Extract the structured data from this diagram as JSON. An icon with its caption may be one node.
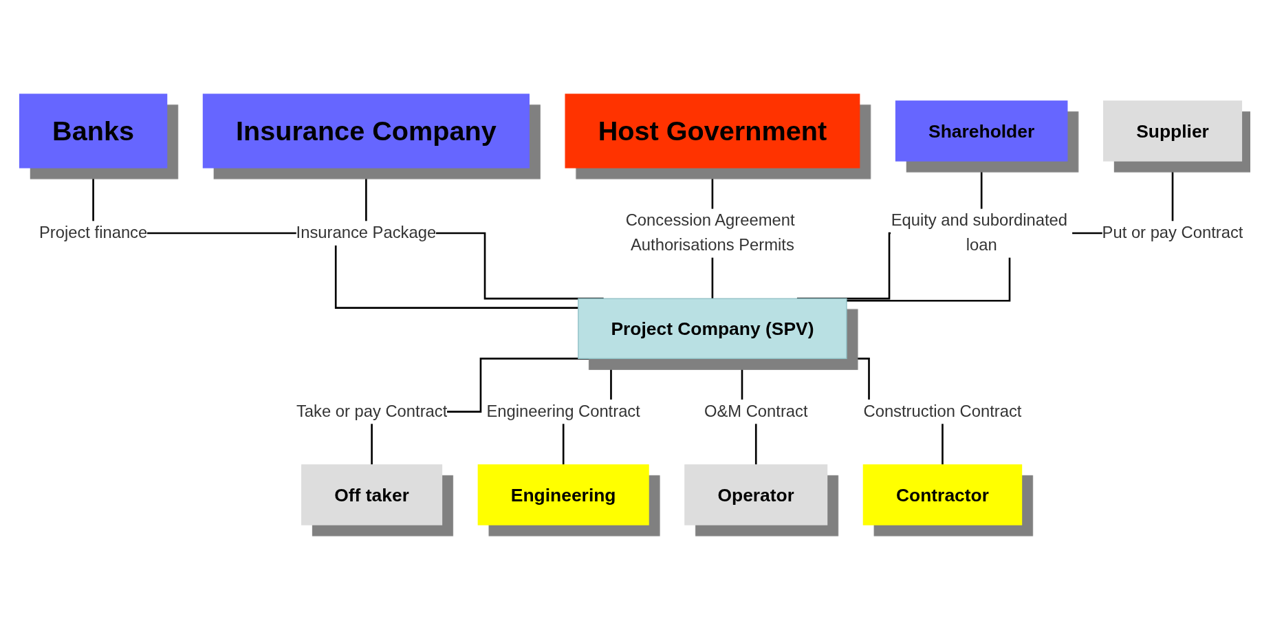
{
  "diagram": {
    "nodes": [
      {
        "text": [
          "Banks"
        ]
      },
      {
        "text": [
          "Insurance Company"
        ]
      },
      {
        "text": [
          "Host Government"
        ]
      },
      {
        "text": [
          "Shareholder"
        ]
      },
      {
        "text": [
          "Supplier"
        ]
      },
      {
        "text": [
          "Project Company (SPV)"
        ]
      },
      {
        "text": [
          "Off taker"
        ]
      },
      {
        "text": [
          "Engineering"
        ]
      },
      {
        "text": [
          "Operator"
        ]
      },
      {
        "text": [
          "Contractor"
        ]
      }
    ],
    "edges": [
      {
        "from": 0,
        "to": 5,
        "arrow": "none",
        "label": "Project finance"
      },
      {
        "from": 1,
        "to": 5,
        "arrow": "none",
        "label": "Insurance Package"
      },
      {
        "from": 2,
        "to": 5,
        "arrow": "none",
        "label": "Concession Agreement Authorisations Permits"
      },
      {
        "from": 3,
        "to": 5,
        "arrow": "none",
        "label": "Equity and subordinated loan"
      },
      {
        "from": 4,
        "to": 5,
        "arrow": "none",
        "label": "Put or pay Contract"
      },
      {
        "from": 5,
        "to": 6,
        "arrow": "none",
        "label": "Take or pay Contract"
      },
      {
        "from": 5,
        "to": 7,
        "arrow": "none",
        "label": "Engineering Contract"
      },
      {
        "from": 5,
        "to": 8,
        "arrow": "none",
        "label": "O&M Contract"
      },
      {
        "from": 5,
        "to": 9,
        "arrow": "none",
        "label": "Construction Contract"
      }
    ]
  }
}
